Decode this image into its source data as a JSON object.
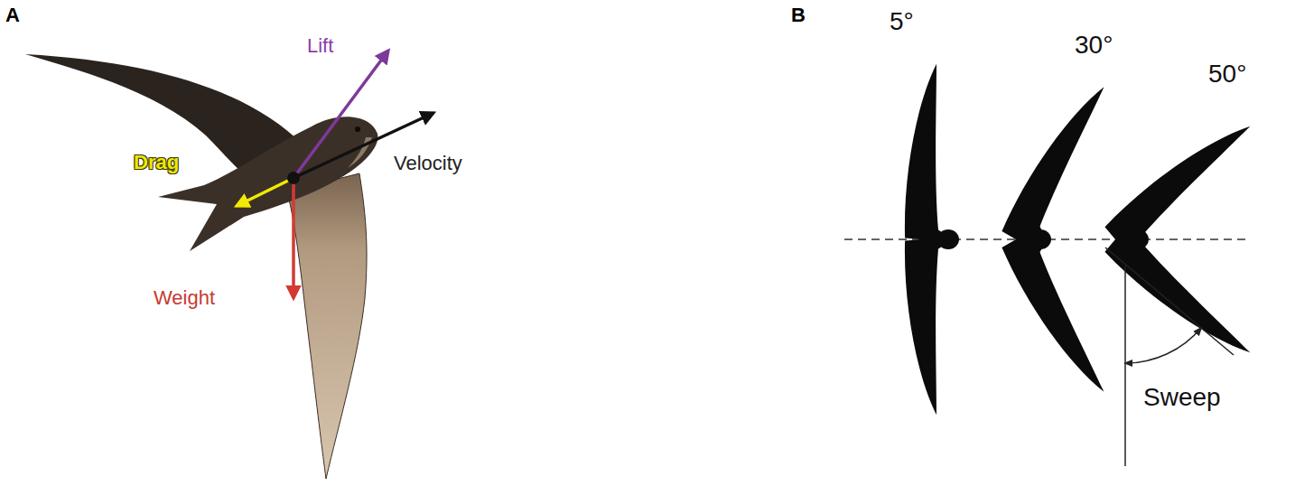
{
  "diagram": {
    "labels": [
      "A",
      "Lift",
      "Drag",
      "Velocity",
      "Weight",
      "B",
      "5°",
      "30°",
      "50°",
      "Sweep"
    ]
  }
}
